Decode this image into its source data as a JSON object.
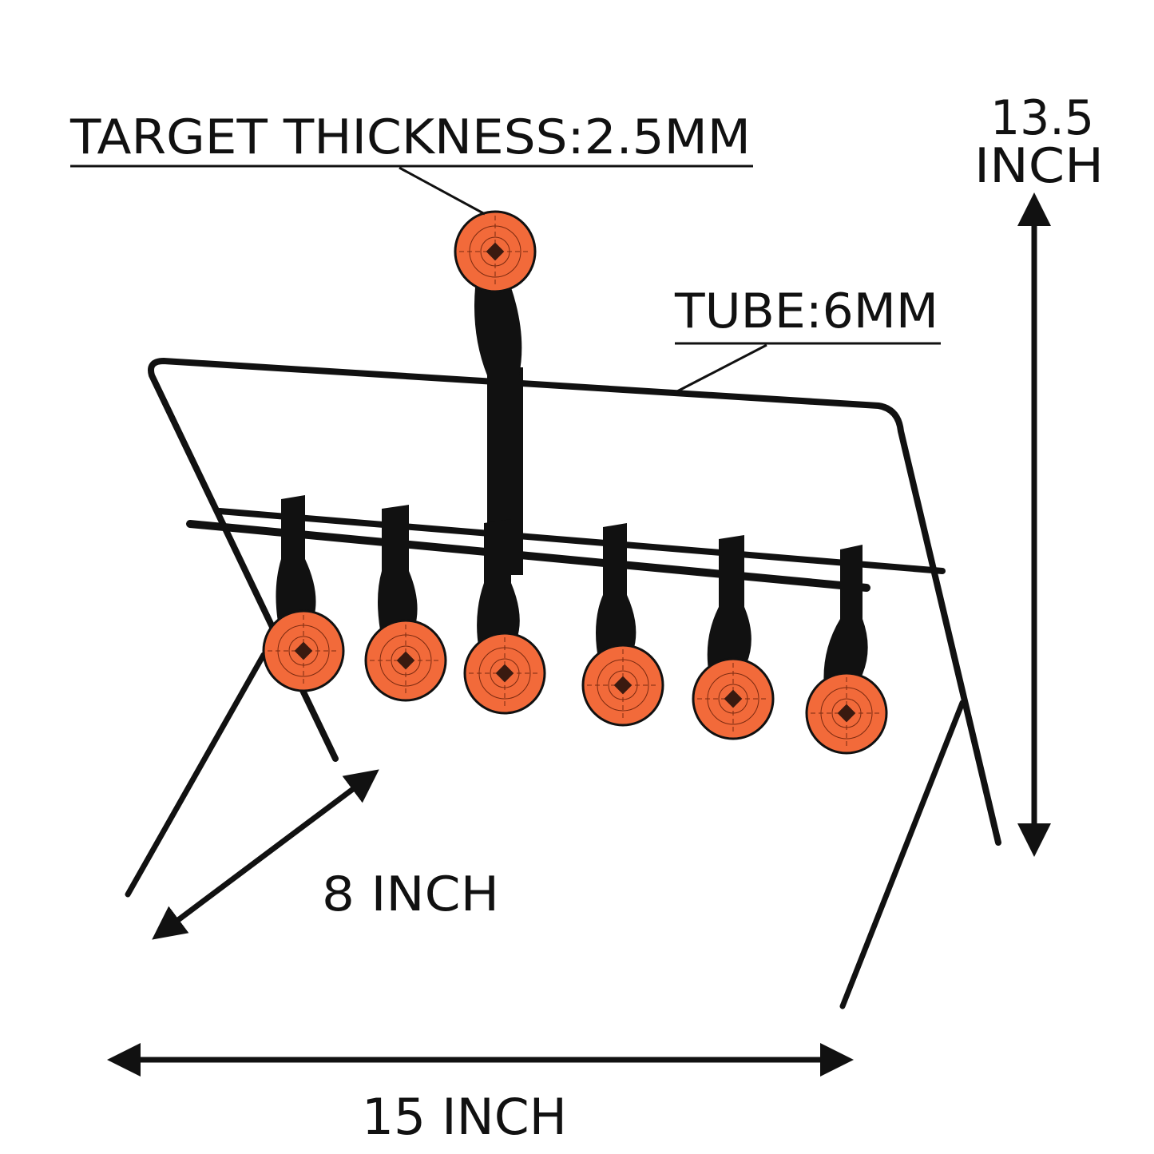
{
  "annotations": {
    "target_thickness": "TARGET THICKNESS:2.5MM",
    "tube": "TUBE:6MM",
    "height_value": "13.5",
    "height_unit": "INCH",
    "depth": "8 INCH",
    "width": "15 INCH"
  },
  "colors": {
    "target_orange": "#f26a3a",
    "frame_black": "#111111"
  }
}
